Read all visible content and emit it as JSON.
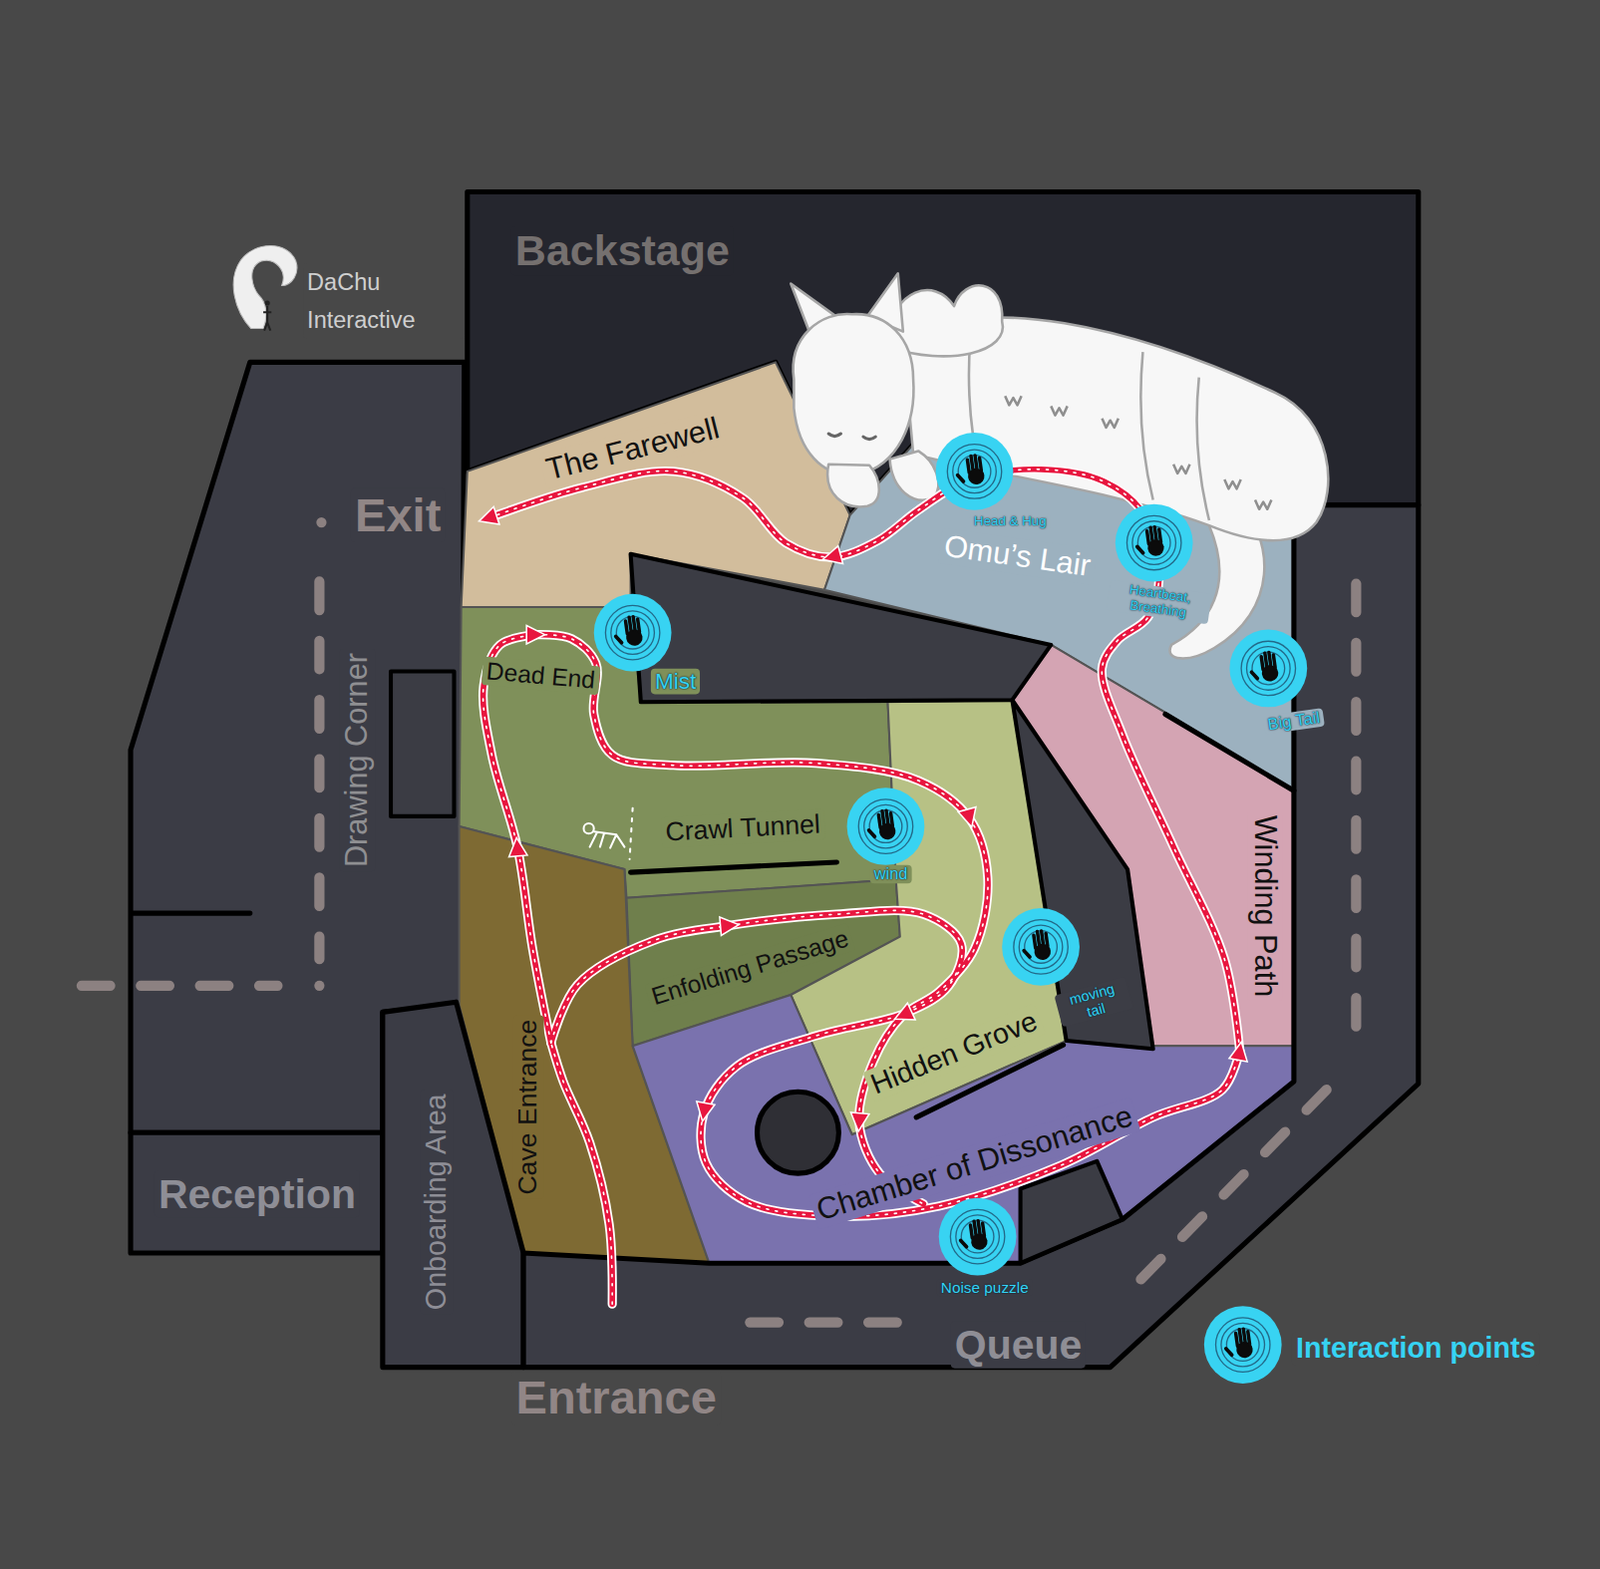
{
  "diagram": {
    "nodes": [
      {
        "text": [
          "Backstage"
        ]
      },
      {
        "text": [
          "Exit",
          "Drawing Corner"
        ]
      },
      {
        "text": [
          "The Farewell"
        ]
      },
      {
        "text": [
          "Omu’s Lair"
        ]
      },
      {
        "text": [
          "Head & Hug"
        ],
        "in": 3
      },
      {
        "text": [
          "Heartbeat, Breathing"
        ],
        "in": 3
      },
      {
        "text": [
          "Big Tail"
        ],
        "in": 3
      },
      {
        "text": [
          "Dead End",
          "Crawl Tunnel"
        ]
      },
      {
        "text": [
          "Mist"
        ],
        "in": 7
      },
      {
        "text": [
          "wind"
        ],
        "in": 7
      },
      {
        "text": [
          "Winding Path"
        ]
      },
      {
        "text": [
          "Enfolding Passage"
        ]
      },
      {
        "text": [
          "Hidden Grove"
        ]
      },
      {
        "text": [
          "moving tail"
        ],
        "in": 12
      },
      {
        "text": [
          "Cave Entrance"
        ]
      },
      {
        "text": [
          "Reception"
        ]
      },
      {
        "text": [
          "Chamber of Dissonance"
        ]
      },
      {
        "text": [
          "Noise puzzle"
        ],
        "in": 16
      },
      {
        "text": [
          "Onboarding Area"
        ]
      },
      {
        "text": [
          "Queue"
        ]
      }
    ],
    "labels": [
      "DaChu Interactive",
      "Entrance"
    ],
    "legend": [
      {
        "text": "Interaction points"
      }
    ]
  }
}
